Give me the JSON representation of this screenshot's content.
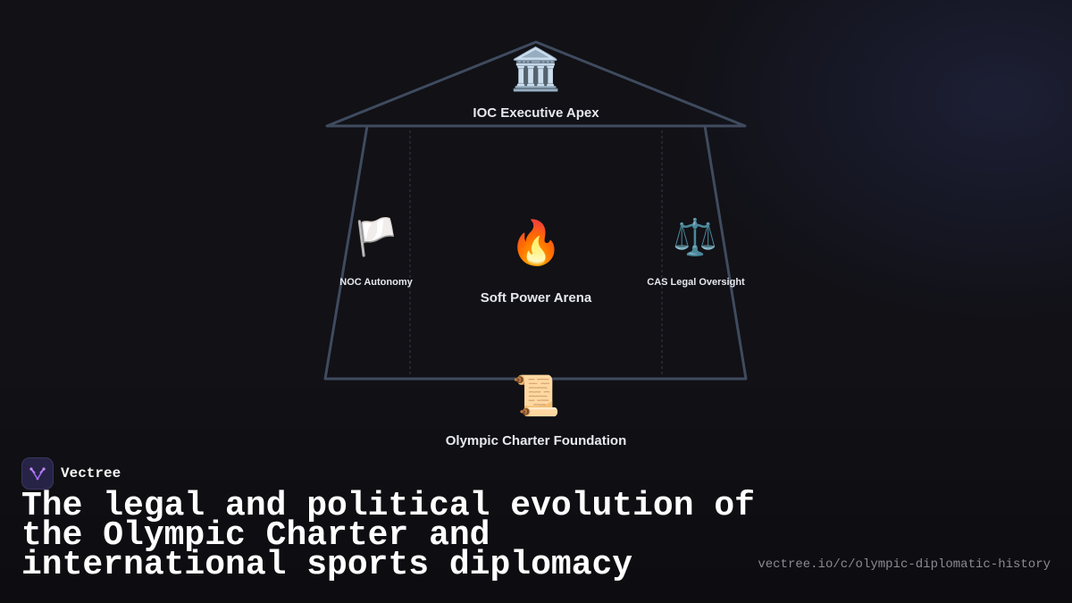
{
  "diagram": {
    "apex": {
      "icon": "classical-building-icon",
      "label": "IOC Executive Apex"
    },
    "left_pillar": {
      "icon": "white-flag-icon",
      "label": "NOC Autonomy"
    },
    "center": {
      "icon": "fire-icon",
      "label": "Soft Power Arena"
    },
    "right_pillar": {
      "icon": "scales-icon",
      "label": "CAS Legal Oversight"
    },
    "foundation": {
      "icon": "scroll-icon",
      "label": "Olympic Charter Foundation"
    },
    "colors": {
      "outline": "#3f4b5e",
      "divider": "#353b47"
    }
  },
  "footer": {
    "brand_name": "Vectree",
    "title": "The legal and political evolution of the Olympic Charter and international sports diplomacy",
    "url": "vectree.io/c/olympic-diplomatic-history"
  }
}
